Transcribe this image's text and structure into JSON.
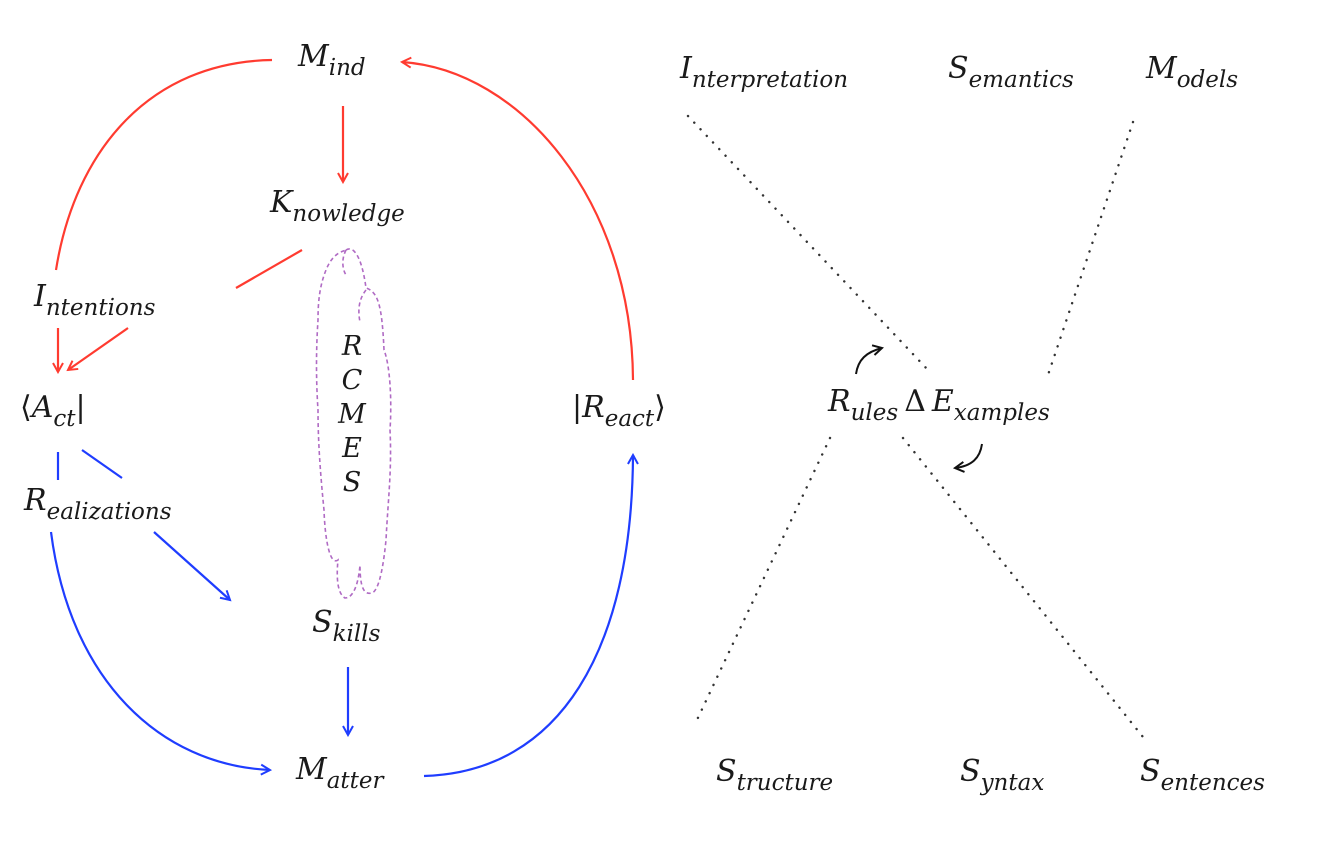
{
  "colors": {
    "upper_arrows": "#ff3b30",
    "lower_arrows": "#1f3dff",
    "cloud_outline": "#b06bc4",
    "dotted_lines": "#333333",
    "text": "#1a1a1a"
  },
  "left_cycle": {
    "mind": {
      "main": "M",
      "sub": "ind"
    },
    "knowledge": {
      "main": "K",
      "sub": "nowledge"
    },
    "intentions": {
      "main": "I",
      "sub": "ntentions"
    },
    "act": {
      "open": "⟨",
      "main": "A",
      "sub": "ct",
      "close": "|"
    },
    "react": {
      "open": "|",
      "main": "R",
      "sub": "eact",
      "close": "⟩"
    },
    "realizations": {
      "main": "R",
      "sub": "ealizations"
    },
    "skills": {
      "main": "S",
      "sub": "kills"
    },
    "matter": {
      "main": "M",
      "sub": "atter"
    },
    "cloud_letters": [
      "R",
      "C",
      "M",
      "E",
      "S"
    ]
  },
  "right_cross": {
    "top": [
      {
        "main": "I",
        "sub": "nterpretation"
      },
      {
        "main": "S",
        "sub": "emantics"
      },
      {
        "main": "M",
        "sub": "odels"
      }
    ],
    "center": {
      "left": {
        "main": "R",
        "sub": "ules"
      },
      "operator": "Δ",
      "right": {
        "main": "E",
        "sub": "xamples"
      }
    },
    "bottom": [
      {
        "main": "S",
        "sub": "tructure"
      },
      {
        "main": "S",
        "sub": "yntax"
      },
      {
        "main": "S",
        "sub": "entences"
      }
    ]
  }
}
